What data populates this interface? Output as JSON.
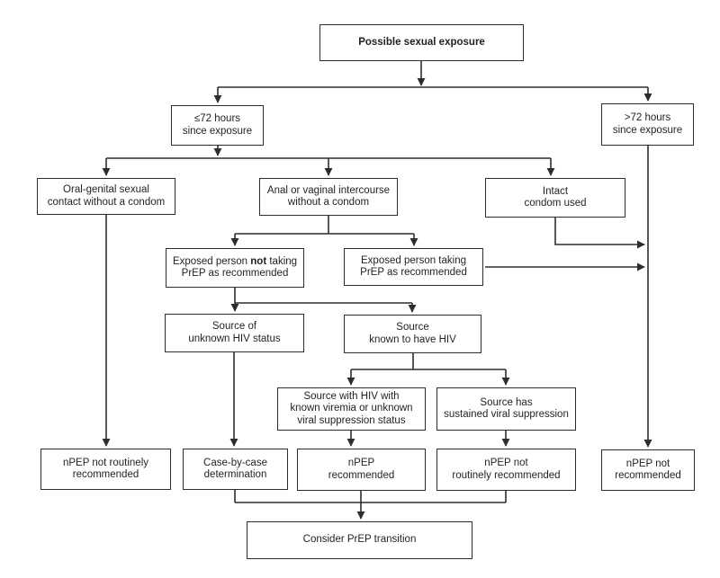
{
  "colors": {
    "line": "#2d2d2d",
    "text": "#231f20",
    "background": "#ffffff"
  },
  "nodes": {
    "possible_exposure": {
      "line1": "Possible sexual exposure"
    },
    "le72": {
      "line1": "≤72 hours",
      "line2": "since exposure"
    },
    "gt72": {
      "line1": ">72 hours",
      "line2": "since exposure"
    },
    "oral_genital": {
      "line1": "Oral-genital sexual",
      "line2": "contact without a condom"
    },
    "anal_vaginal": {
      "line1": "Anal or vaginal intercourse",
      "line2": "without a condom"
    },
    "intact_condom": {
      "line1": "Intact",
      "line2": "condom used"
    },
    "not_taking_prep": {
      "line1_pre": "Exposed person ",
      "line1_bold": "not",
      "line1_post": " taking",
      "line2": "PrEP as recommended"
    },
    "taking_prep": {
      "line1": "Exposed person taking",
      "line2": "PrEP as recommended"
    },
    "source_unknown": {
      "line1": "Source of",
      "line2": "unknown HIV status"
    },
    "source_known": {
      "line1": "Source",
      "line2": "known to have HIV"
    },
    "source_viremia": {
      "line1": "Source with HIV with",
      "line2": "known viremia or unknown",
      "line3": "viral suppression status"
    },
    "source_suppressed": {
      "line1": "Source has",
      "line2": "sustained viral suppression"
    },
    "npep_not_routine_left": {
      "line1": "nPEP not routinely",
      "line2": "recommended"
    },
    "case_by_case": {
      "line1": "Case-by-case",
      "line2": "determination"
    },
    "npep_recommended": {
      "line1": "nPEP",
      "line2": "recommended"
    },
    "npep_not_routine_mid": {
      "line1": "nPEP not",
      "line2": "routinely recommended"
    },
    "npep_not_recommended": {
      "line1": "nPEP not",
      "line2": "recommended"
    },
    "consider_prep": {
      "line1": "Consider PrEP transition"
    }
  },
  "edges": [
    {
      "from": "possible_exposure",
      "to": "le72"
    },
    {
      "from": "possible_exposure",
      "to": "gt72"
    },
    {
      "from": "le72",
      "to": "oral_genital"
    },
    {
      "from": "le72",
      "to": "anal_vaginal"
    },
    {
      "from": "le72",
      "to": "intact_condom"
    },
    {
      "from": "oral_genital",
      "to": "npep_not_routine_left"
    },
    {
      "from": "anal_vaginal",
      "to": "not_taking_prep"
    },
    {
      "from": "anal_vaginal",
      "to": "taking_prep"
    },
    {
      "from": "intact_condom",
      "to": "npep_not_recommended"
    },
    {
      "from": "taking_prep",
      "to": "npep_not_recommended"
    },
    {
      "from": "gt72",
      "to": "npep_not_recommended"
    },
    {
      "from": "not_taking_prep",
      "to": "source_unknown"
    },
    {
      "from": "not_taking_prep",
      "to": "source_known"
    },
    {
      "from": "source_unknown",
      "to": "case_by_case"
    },
    {
      "from": "source_known",
      "to": "source_viremia"
    },
    {
      "from": "source_known",
      "to": "source_suppressed"
    },
    {
      "from": "source_viremia",
      "to": "npep_recommended"
    },
    {
      "from": "source_suppressed",
      "to": "npep_not_routine_mid"
    },
    {
      "from": "case_by_case",
      "to": "consider_prep"
    },
    {
      "from": "npep_recommended",
      "to": "consider_prep"
    },
    {
      "from": "npep_not_routine_mid",
      "to": "consider_prep"
    }
  ]
}
